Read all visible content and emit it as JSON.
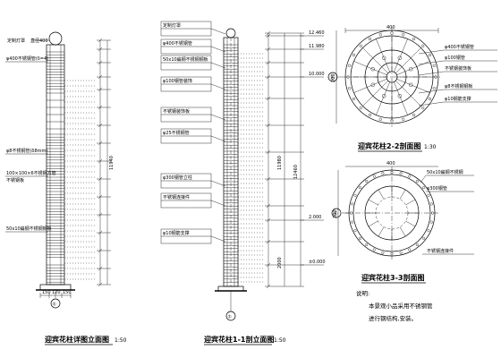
{
  "drawings": {
    "elevation": {
      "title": "迎宾花柱详图立面图",
      "scale": "1:50",
      "axis": "①",
      "annotations": [
        "定制灯罩",
        "直径400",
        "φ400不锈钢管(δ=4)",
        "φ8不锈钢管(δ8mm)",
        "100×100×6不锈钢方管",
        "不锈钢板",
        "50x10扁钢不锈钢钢板"
      ],
      "bottom_dims": [
        "150",
        "120",
        "150"
      ],
      "dim_total": "11940"
    },
    "section_elev": {
      "title": "迎宾花柱1-1剖立面图",
      "scale": "1:50",
      "axis": "①",
      "levels": [
        "12.460",
        "11.980",
        "10.000",
        "2.000",
        "±0.000"
      ],
      "right_dims": [
        "12460",
        "11980",
        "2000"
      ],
      "annotations": [
        "定制灯罩",
        "φ400不锈钢管",
        "50x10扁钢不锈钢钢板",
        "φ100钢管装饰",
        "不锈钢装饰板",
        "φ25不锈钢管",
        "φ300钢管立柱",
        "不锈钢连接件",
        "φ10钢筋支撑"
      ]
    },
    "section_22": {
      "title": "迎宾花柱2-2剖面图",
      "scale": "1:30",
      "axis": "Ⓐ",
      "dims": [
        "400",
        "200"
      ],
      "annotations": [
        "φ400不锈钢管",
        "φ100钢管",
        "不锈钢装饰板",
        "φ8不锈钢钢板",
        "φ10钢筋支撑"
      ]
    },
    "section_33": {
      "title": "迎宾花柱3-3剖面图",
      "axis": "Ⓐ",
      "dims": [
        "400",
        "200"
      ],
      "annotations": [
        "50x10扁钢不锈钢",
        "φ300钢管",
        "不锈钢连接件"
      ]
    }
  },
  "notes": {
    "heading": "说明:",
    "lines": [
      "本景观小品采用不锈钢管",
      "进行钢结构,安装。"
    ]
  }
}
